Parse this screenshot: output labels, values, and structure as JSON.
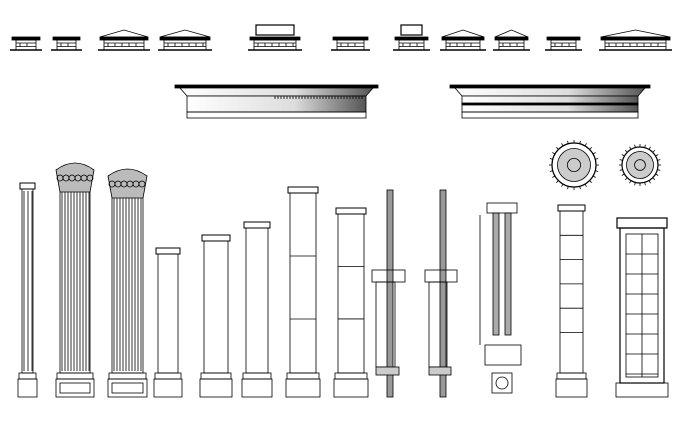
{
  "drawing": {
    "stroke_color": "#000000",
    "background": "#ffffff",
    "groups": [
      "column-caps",
      "entablatures",
      "columns",
      "rosettes"
    ]
  }
}
